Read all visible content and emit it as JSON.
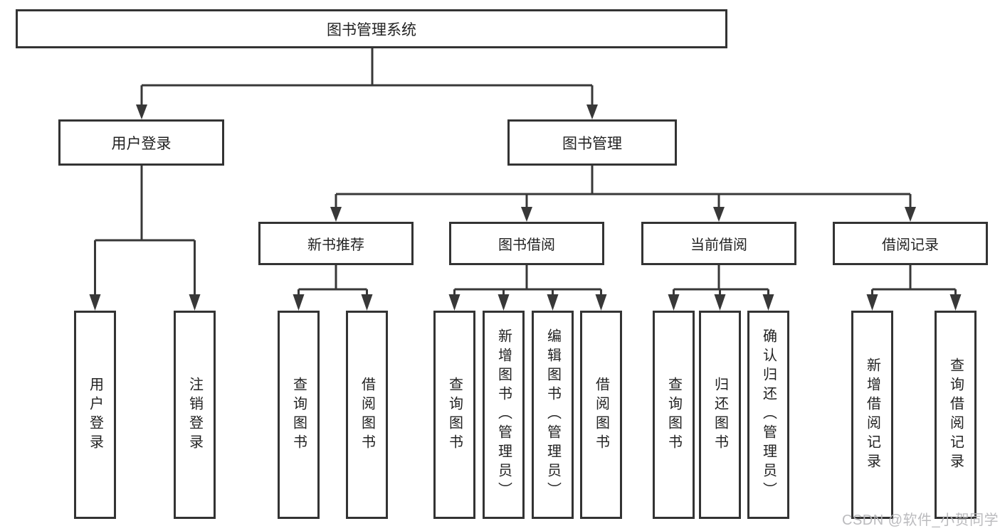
{
  "diagram_title": "图书管理系统",
  "colors": {
    "line": "#383838",
    "box_border": "#333333",
    "text": "#222222",
    "background": "#ffffff",
    "watermark": "#b7b7ba"
  },
  "root": {
    "label": "图书管理系统"
  },
  "level2": [
    {
      "label": "用户登录"
    },
    {
      "label": "图书管理"
    }
  ],
  "level3": [
    {
      "label": "新书推荐"
    },
    {
      "label": "图书借阅"
    },
    {
      "label": "当前借阅"
    },
    {
      "label": "借阅记录"
    }
  ],
  "leaves": {
    "user_login": [
      "用户登录",
      "注销登录"
    ],
    "new_book_recommend": [
      "查询图书",
      "借阅图书"
    ],
    "book_borrowing": [
      "查询图书",
      "新增图书（管理员）",
      "编辑图书（管理员）",
      "借阅图书"
    ],
    "current_borrowing": [
      "查询图书",
      "归还图书",
      "确认归还（管理员）"
    ],
    "borrowing_records": [
      "新增借阅记录",
      "查询借阅记录"
    ]
  },
  "watermark": "CSDN @软件_小贺同学"
}
